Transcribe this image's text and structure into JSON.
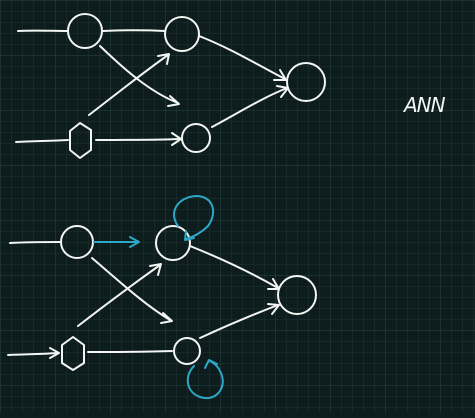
{
  "label": "ANN",
  "colors": {
    "background": "#0d1c1c",
    "grid": "#1f3434",
    "grid_major": "#2a4646",
    "stroke": "#f2f5f4",
    "accent": "#2ea8c8"
  },
  "diagrams": [
    {
      "name": "feedforward-network",
      "nodes": [
        "input-node-1",
        "input-node-2",
        "hidden-node-1",
        "hidden-node-2",
        "output-node"
      ],
      "recurrent_loops": 0
    },
    {
      "name": "recurrent-network",
      "nodes": [
        "input-node-1",
        "input-node-2",
        "hidden-node-1",
        "hidden-node-2",
        "output-node"
      ],
      "recurrent_loops": 2
    }
  ]
}
